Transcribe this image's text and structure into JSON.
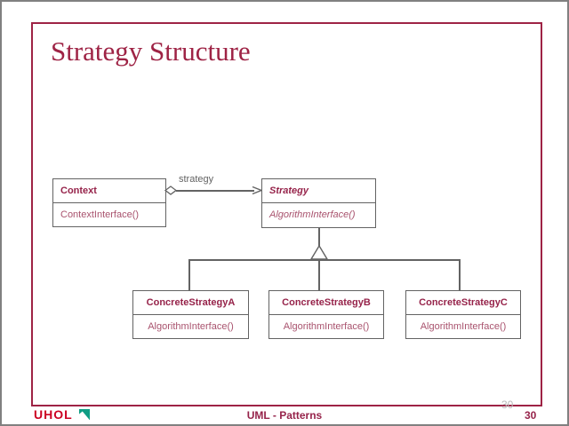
{
  "slide": {
    "title": "Strategy Structure",
    "accent_color": "#9e2345",
    "class_text_color": "#96234a",
    "operation_text_color": "#a9536e",
    "connector_color": "#636363"
  },
  "diagram": {
    "type": "uml-class-diagram",
    "classes": [
      {
        "id": "context",
        "name": "Context",
        "operation": "ContextInterface()",
        "abstract": false
      },
      {
        "id": "strategy",
        "name": "Strategy",
        "operation": "AlgorithmInterface()",
        "abstract": true
      },
      {
        "id": "concrete-strategy-a",
        "name": "ConcreteStrategyA",
        "operation": "AlgorithmInterface()",
        "abstract": false
      },
      {
        "id": "concrete-strategy-b",
        "name": "ConcreteStrategyB",
        "operation": "AlgorithmInterface()",
        "abstract": false
      },
      {
        "id": "concrete-strategy-c",
        "name": "ConcreteStrategyC",
        "operation": "AlgorithmInterface()",
        "abstract": false
      }
    ],
    "association": {
      "label": "strategy",
      "from": "Context",
      "to": "Strategy",
      "source_decoration": "aggregation-diamond",
      "target_decoration": "open-arrow"
    },
    "generalization": {
      "parent": "Strategy",
      "children": [
        "ConcreteStrategyA",
        "ConcreteStrategyB",
        "ConcreteStrategyC"
      ],
      "decoration": "hollow-triangle"
    }
  },
  "footer": {
    "logo_text": "UHOL",
    "logo_color": "#cc0022",
    "logo_mark_color": "#0f9d84",
    "center_text": "UML  - Patterns",
    "page_number": "30",
    "page_number_ghost": "30"
  }
}
